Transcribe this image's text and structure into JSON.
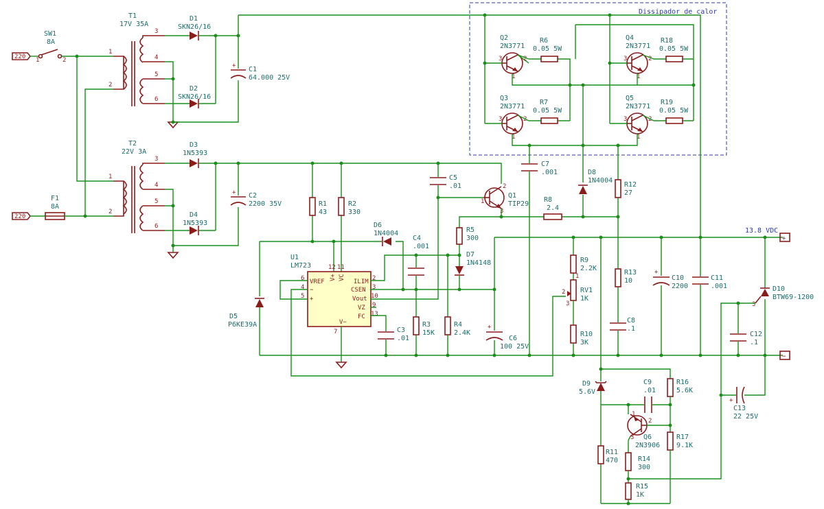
{
  "heatsink_label": "Dissipador de calor",
  "output": {
    "voltage_label": "13.8 VDC",
    "pos_symbol": "+",
    "neg_symbol": "−"
  },
  "inputs": [
    {
      "label": "220"
    },
    {
      "label": "220"
    }
  ],
  "components": {
    "SW1": {
      "ref": "SW1",
      "value": "8A"
    },
    "F1": {
      "ref": "F1",
      "value": "8A"
    },
    "T1": {
      "ref": "T1",
      "value": "17V 35A"
    },
    "T2": {
      "ref": "T2",
      "value": "22V 3A"
    },
    "D1": {
      "ref": "D1",
      "value": "SKN26/16"
    },
    "D2": {
      "ref": "D2",
      "value": "SKN26/16"
    },
    "D3": {
      "ref": "D3",
      "value": "1N5393"
    },
    "D4": {
      "ref": "D4",
      "value": "1N5393"
    },
    "C1": {
      "ref": "C1",
      "value": "64.000 25V"
    },
    "C2": {
      "ref": "C2",
      "value": "2200 35V"
    },
    "R1": {
      "ref": "R1",
      "value": "43"
    },
    "R2": {
      "ref": "R2",
      "value": "330"
    },
    "U1": {
      "ref": "U1",
      "value": "LM723"
    },
    "D5": {
      "ref": "D5",
      "value": "P6KE39A"
    },
    "D6": {
      "ref": "D6",
      "value": "1N4004"
    },
    "C4": {
      "ref": "C4",
      "value": ".001"
    },
    "C5": {
      "ref": "C5",
      "value": ".01"
    },
    "C3": {
      "ref": "C3",
      "value": ".01"
    },
    "R3": {
      "ref": "R3",
      "value": "15K"
    },
    "R4": {
      "ref": "R4",
      "value": "2.4K"
    },
    "R5": {
      "ref": "R5",
      "value": "300"
    },
    "D7": {
      "ref": "D7",
      "value": "1N4148"
    },
    "C6": {
      "ref": "C6",
      "value": "100 25V"
    },
    "Q1": {
      "ref": "Q1",
      "value": "TIP29"
    },
    "R8": {
      "ref": "R8",
      "value": "2.4"
    },
    "C7": {
      "ref": "C7",
      "value": ".001"
    },
    "D8": {
      "ref": "D8",
      "value": "1N4004"
    },
    "R12": {
      "ref": "R12",
      "value": "27"
    },
    "R13": {
      "ref": "R13",
      "value": "10"
    },
    "C8": {
      "ref": "C8",
      "value": ".1"
    },
    "R9": {
      "ref": "R9",
      "value": "2.2K"
    },
    "RV1": {
      "ref": "RV1",
      "value": "1K"
    },
    "R10": {
      "ref": "R10",
      "value": "3K"
    },
    "C10": {
      "ref": "C10",
      "value": "2200"
    },
    "C11": {
      "ref": "C11",
      "value": ".001"
    },
    "D10": {
      "ref": "D10",
      "value": "BTW69-1200"
    },
    "C12": {
      "ref": "C12",
      "value": ".1"
    },
    "C13": {
      "ref": "C13",
      "value": "22 25V"
    },
    "Q2": {
      "ref": "Q2",
      "value": "2N3771"
    },
    "Q3": {
      "ref": "Q3",
      "value": "2N3771"
    },
    "Q4": {
      "ref": "Q4",
      "value": "2N3771"
    },
    "Q5": {
      "ref": "Q5",
      "value": "2N3771"
    },
    "R6": {
      "ref": "R6",
      "value": "0.05 5W"
    },
    "R7": {
      "ref": "R7",
      "value": "0.05 5W"
    },
    "R18": {
      "ref": "R18",
      "value": "0.05 5W"
    },
    "R19": {
      "ref": "R19",
      "value": "0.05 5W"
    },
    "D9": {
      "ref": "D9",
      "value": "5.6V"
    },
    "C9": {
      "ref": "C9",
      "value": ".01"
    },
    "R16": {
      "ref": "R16",
      "value": "5.6K"
    },
    "Q6": {
      "ref": "Q6",
      "value": "2N3906"
    },
    "R17": {
      "ref": "R17",
      "value": "9.1K"
    },
    "R11": {
      "ref": "R11",
      "value": "470"
    },
    "R14": {
      "ref": "R14",
      "value": "300"
    },
    "R15": {
      "ref": "R15",
      "value": "1K"
    }
  },
  "u1_pins": {
    "vref": "VREF",
    "minus": "−",
    "plus": "+",
    "vplus": "V+",
    "vc": "VC",
    "ilim": "ILIM",
    "csen": "CSEN",
    "vout": "Vout",
    "vz": "VZ",
    "fc": "FC",
    "vminus": "V−",
    "n6": "6",
    "n4": "4",
    "n5": "5",
    "n12": "12",
    "n11": "11",
    "n2": "2",
    "n3": "3",
    "n10": "10",
    "n9": "9",
    "n13": "13",
    "n7": "7"
  }
}
